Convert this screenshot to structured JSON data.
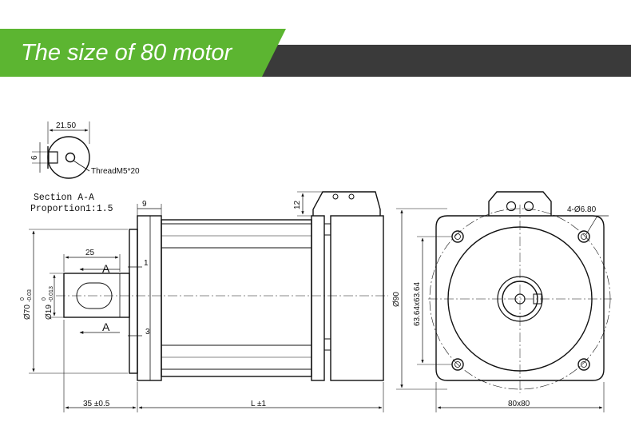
{
  "banner": {
    "title": "The size of 80 motor",
    "accent_color": "#5cb531",
    "bar_color": "#3a3a3a"
  },
  "section_view": {
    "dim_width": "21.50",
    "dim_flat": "6",
    "thread_label": "ThreadM5*20",
    "section_label": "Section A-A",
    "proportion_label": "Proportion1:1.5"
  },
  "side_view": {
    "dim_shaft_length": "25",
    "dim_shoulder": "1",
    "dim_key_offset": "3",
    "dim_flange": "9",
    "dim_connector_height": "12",
    "section_mark_top": "A",
    "section_mark_bottom": "A",
    "dim_pilot_main": "Ø70",
    "dim_pilot_tol_upper": "0",
    "dim_pilot_tol_lower": "-0.03",
    "dim_shaft_main": "Ø19",
    "dim_shaft_tol_upper": "0",
    "dim_shaft_tol_lower": "-0.013",
    "dim_front_length": "35 ±0.5",
    "dim_body_length": "L ±1"
  },
  "front_view": {
    "dim_holes": "4-Ø6.80",
    "dim_bolt_circle": "Ø90",
    "dim_hole_spacing": "63.64x63.64",
    "dim_frame": "80x80"
  }
}
